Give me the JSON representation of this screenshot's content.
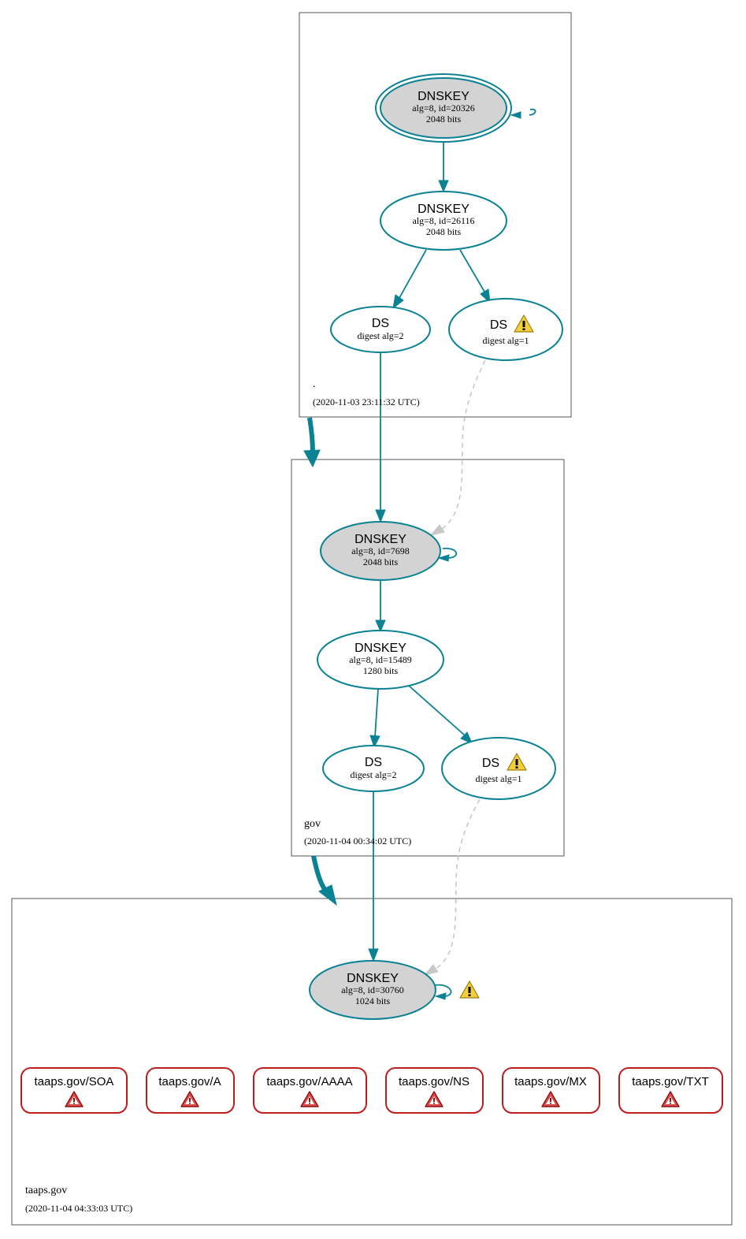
{
  "colors": {
    "edge": "#0a8294",
    "dashed_edge": "#c8c8c8",
    "node_fill_grey": "#d3d3d3",
    "error_border": "#bf1e1e",
    "warning_yellow": "#f3cf3b",
    "error_red": "#d12a2a"
  },
  "zones": {
    "root": {
      "name": ".",
      "time": "(2020-11-03 23:11:32 UTC)",
      "nodes": {
        "ksk": {
          "type": "DNSKEY",
          "detail": "alg=8, id=20326",
          "size": "2048 bits"
        },
        "zsk": {
          "type": "DNSKEY",
          "detail": "alg=8, id=26116",
          "size": "2048 bits"
        },
        "ds2": {
          "type": "DS",
          "detail": "digest alg=2"
        },
        "ds1": {
          "type": "DS",
          "detail": "digest alg=1",
          "icon": "warning-icon"
        }
      }
    },
    "gov": {
      "name": "gov",
      "time": "(2020-11-04 00:34:02 UTC)",
      "nodes": {
        "ksk": {
          "type": "DNSKEY",
          "detail": "alg=8, id=7698",
          "size": "2048 bits"
        },
        "zsk": {
          "type": "DNSKEY",
          "detail": "alg=8, id=15489",
          "size": "1280 bits"
        },
        "ds2": {
          "type": "DS",
          "detail": "digest alg=2"
        },
        "ds1": {
          "type": "DS",
          "detail": "digest alg=1",
          "icon": "warning-icon"
        }
      }
    },
    "taaps": {
      "name": "taaps.gov",
      "time": "(2020-11-04 04:33:03 UTC)",
      "nodes": {
        "key": {
          "type": "DNSKEY",
          "detail": "alg=8, id=30760",
          "size": "1024 bits",
          "icon": "warning-icon"
        }
      },
      "records": [
        {
          "label": "taaps.gov/SOA",
          "icon": "error-icon"
        },
        {
          "label": "taaps.gov/A",
          "icon": "error-icon"
        },
        {
          "label": "taaps.gov/AAAA",
          "icon": "error-icon"
        },
        {
          "label": "taaps.gov/NS",
          "icon": "error-icon"
        },
        {
          "label": "taaps.gov/MX",
          "icon": "error-icon"
        },
        {
          "label": "taaps.gov/TXT",
          "icon": "error-icon"
        }
      ]
    }
  }
}
